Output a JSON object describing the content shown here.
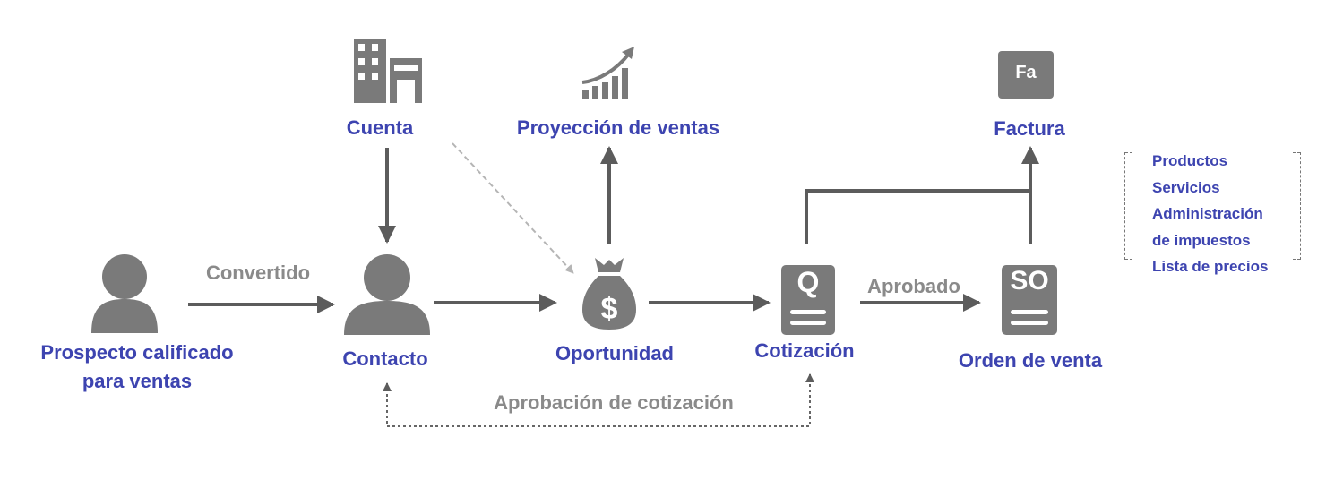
{
  "nodes": {
    "prospect": {
      "line1": "Prospecto calificado",
      "line2": "para ventas"
    },
    "contact": {
      "label": "Contacto"
    },
    "account": {
      "label": "Cuenta"
    },
    "opportunity": {
      "label": "Oportunidad"
    },
    "forecast": {
      "label": "Proyección de ventas"
    },
    "quote": {
      "label": "Cotización",
      "icon_letter": "Q"
    },
    "sales_order": {
      "label": "Orden de venta",
      "icon_letter": "SO"
    },
    "invoice": {
      "label": "Factura",
      "icon_letter": "Fa"
    }
  },
  "edges": {
    "converted": "Convertido",
    "approved": "Aprobado",
    "quote_approval": "Aprobación de cotización"
  },
  "side_list": [
    "Productos",
    "Servicios",
    "Administración",
    "de impuestos",
    "Lista de precios"
  ],
  "colors": {
    "label_blue": "#3d44b0",
    "icon_gray": "#7a7a7a",
    "line_gray": "#5c5c5c",
    "edge_text": "#8a8a8a"
  },
  "icons": [
    "person-icon",
    "person-icon",
    "building-icon",
    "money-bag-icon",
    "growth-chart-icon",
    "quote-document-icon",
    "sales-order-document-icon",
    "invoice-icon"
  ]
}
